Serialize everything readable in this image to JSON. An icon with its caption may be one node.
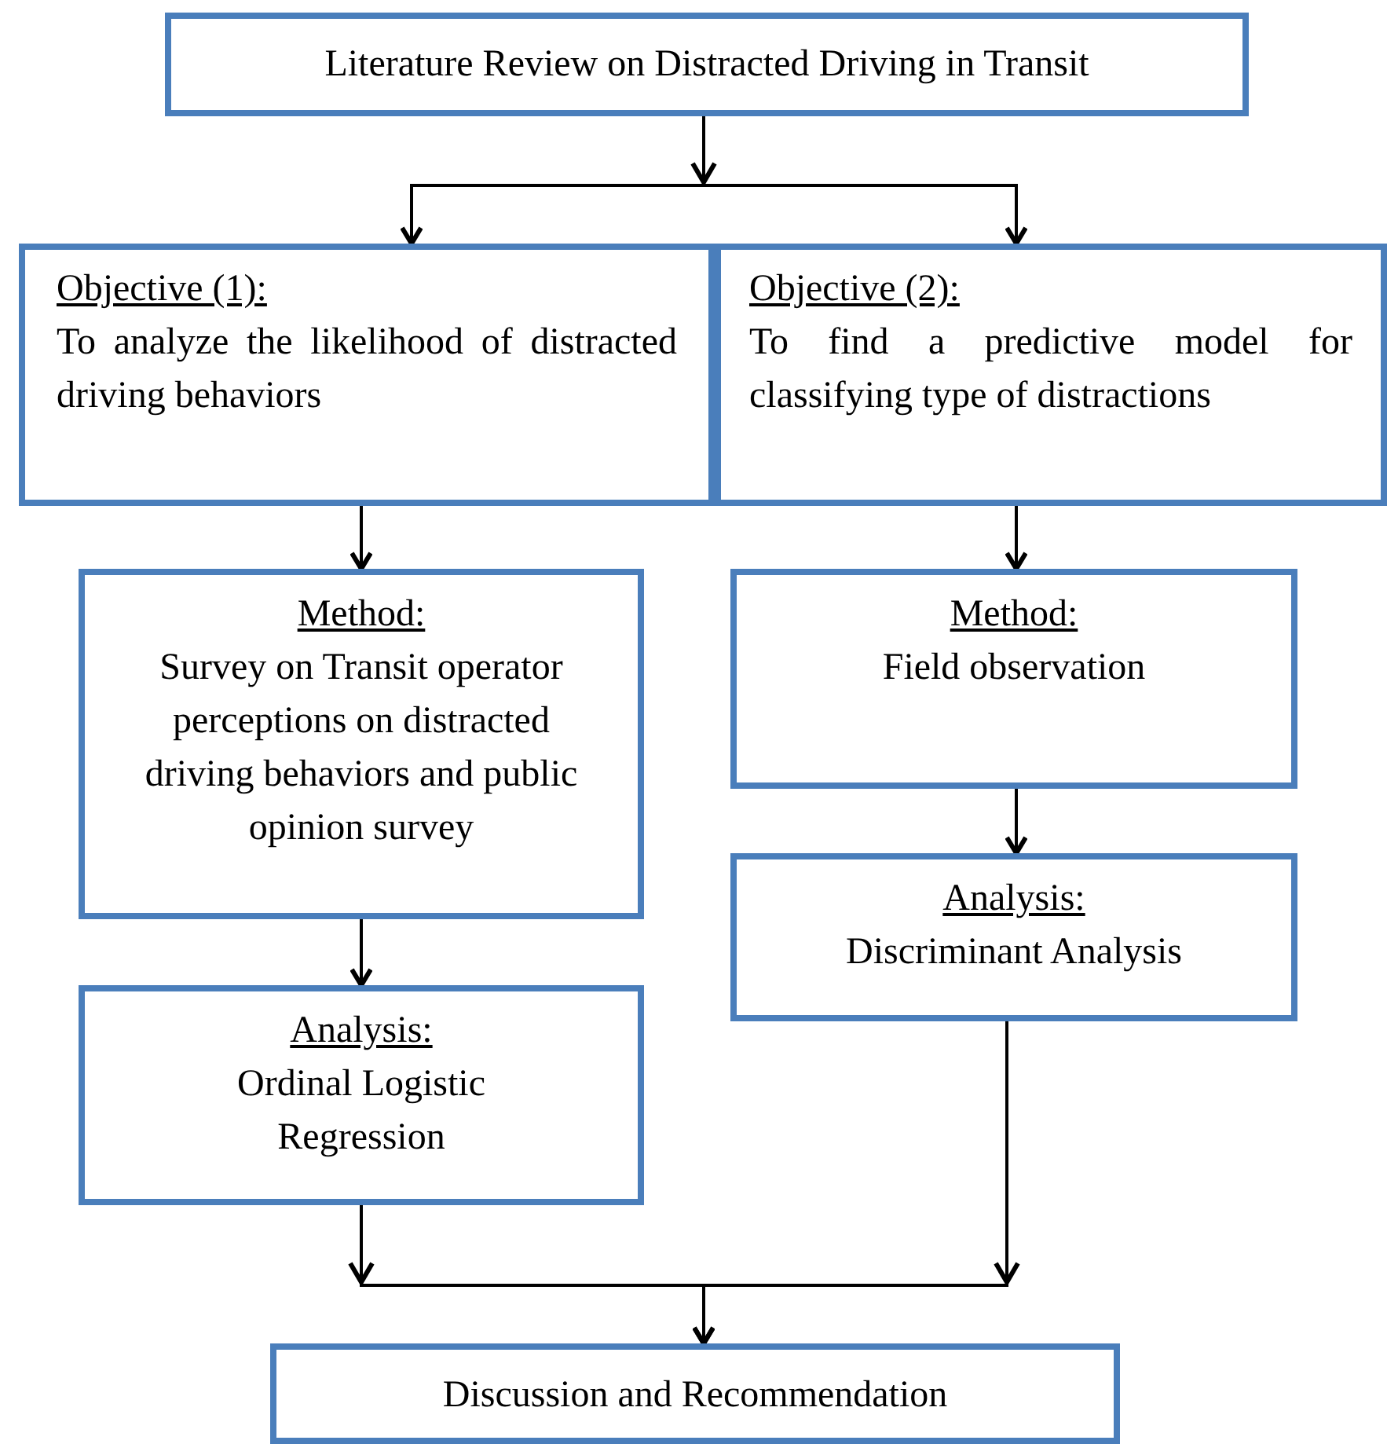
{
  "diagram": {
    "nodes": [
      {
        "text": [
          "Literature Review on Distracted Driving in Transit"
        ]
      },
      {
        "text": [
          "Objective (1):",
          "To analyze the likelihood of distracted driving behaviors"
        ]
      },
      {
        "text": [
          "Objective (2):",
          "To find a predictive model for classifying type of distractions"
        ]
      },
      {
        "text": [
          "Method:",
          "Survey on Transit operator perceptions on distracted driving behaviors and public opinion survey"
        ]
      },
      {
        "text": [
          "Method:",
          "Field observation"
        ]
      },
      {
        "text": [
          "Analysis:",
          "Ordinal Logistic Regression"
        ]
      },
      {
        "text": [
          "Analysis:",
          "Discriminant Analysis"
        ]
      },
      {
        "text": [
          "Discussion and Recommendation"
        ]
      }
    ],
    "edges": [
      {
        "from": 0,
        "to": 1,
        "arrow": "to"
      },
      {
        "from": 0,
        "to": 2,
        "arrow": "to"
      },
      {
        "from": 1,
        "to": 3,
        "arrow": "to"
      },
      {
        "from": 2,
        "to": 4,
        "arrow": "to"
      },
      {
        "from": 3,
        "to": 5,
        "arrow": "to"
      },
      {
        "from": 4,
        "to": 6,
        "arrow": "to"
      },
      {
        "from": 5,
        "to": 7,
        "arrow": "to"
      },
      {
        "from": 6,
        "to": 7,
        "arrow": "to"
      }
    ]
  }
}
